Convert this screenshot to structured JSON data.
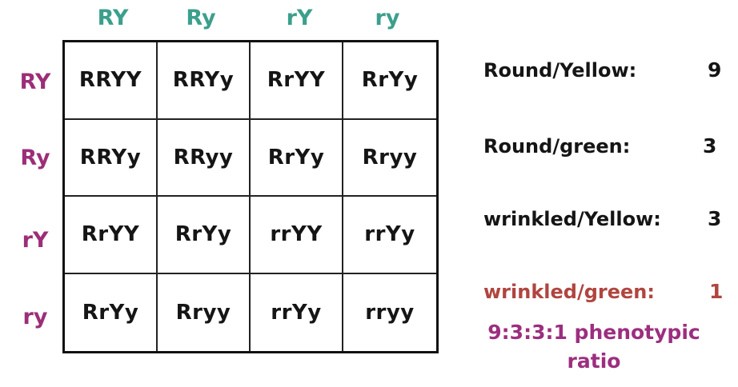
{
  "column_gametes": [
    "RY",
    "Ry",
    "rY",
    "ry"
  ],
  "row_gametes": [
    "RY",
    "Ry",
    "rY",
    "ry"
  ],
  "grid": [
    [
      "RRYY",
      "RRYy",
      "RrYY",
      "RrYy"
    ],
    [
      "RRYy",
      "RRyy",
      "RrYy",
      "Rryy"
    ],
    [
      "RrYY",
      "RrYy",
      "rrYY",
      "rrYy"
    ],
    [
      "RrYy",
      "Rryy",
      "rrYy",
      "rryy"
    ]
  ],
  "phenotypes": [
    {
      "label": "Round/Yellow:",
      "count": "9",
      "color": "#151515"
    },
    {
      "label": "Round/green:",
      "count": "3",
      "color": "#151515"
    },
    {
      "label": "wrinkled/Yellow:",
      "count": "3",
      "color": "#151515"
    },
    {
      "label": "wrinkled/green:",
      "count": "1",
      "color": "#b0453f"
    }
  ],
  "ratio": {
    "line1": "9:3:3:1 phenotypic",
    "line2": "ratio"
  },
  "colors": {
    "column_header": "#3b9f8c",
    "row_header": "#9c2e78",
    "ratio_text": "#9c2e7f"
  }
}
